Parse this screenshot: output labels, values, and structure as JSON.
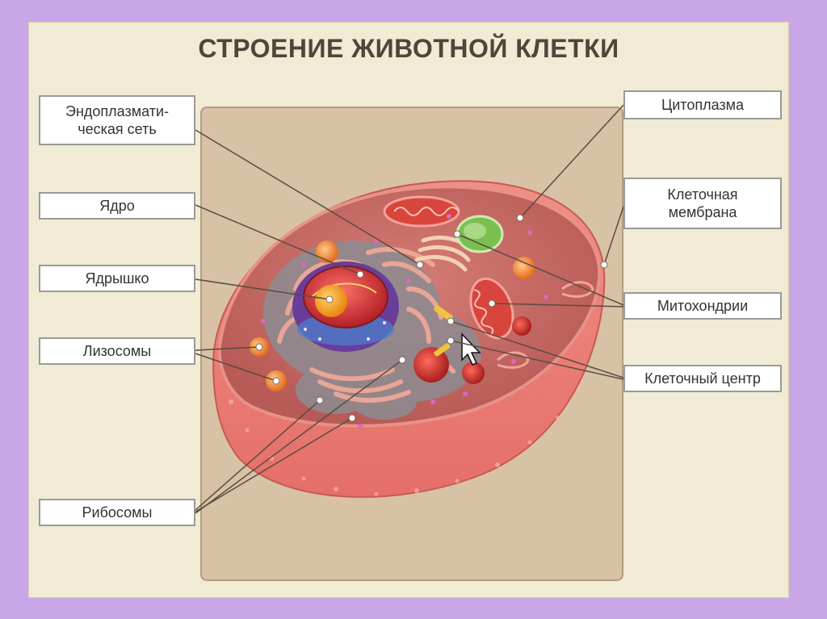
{
  "title": "СТРОЕНИЕ ЖИВОТНОЙ КЛЕТКИ",
  "labels": {
    "er_line1": "Эндоплазмати-",
    "er_line2": "ческая сеть",
    "nucleus": "Ядро",
    "nucleolus": "Ядрышко",
    "lysosomes": "Лизосомы",
    "ribosomes": "Рибосомы",
    "cytoplasm": "Цитоплазма",
    "membrane_line1": "Клеточная",
    "membrane_line2": "мембрана",
    "mitochondria": "Митохондрии",
    "cell_center": "Клеточный центр"
  },
  "colors": {
    "frame": "#c8a6e8",
    "background": "#f1ead4",
    "panel": "#d7c2a6",
    "membrane": "#e8837a",
    "cytoplasm": "#c96f68",
    "nucleus_envelope": "#6a3d9a",
    "nucleus": "#d7373a",
    "nucleolus": "#f2a320",
    "mitochondria": "#d8453c",
    "er": "#e39a8e",
    "golgi": "#f2c7a8",
    "label_border": "#9a9a9a"
  }
}
